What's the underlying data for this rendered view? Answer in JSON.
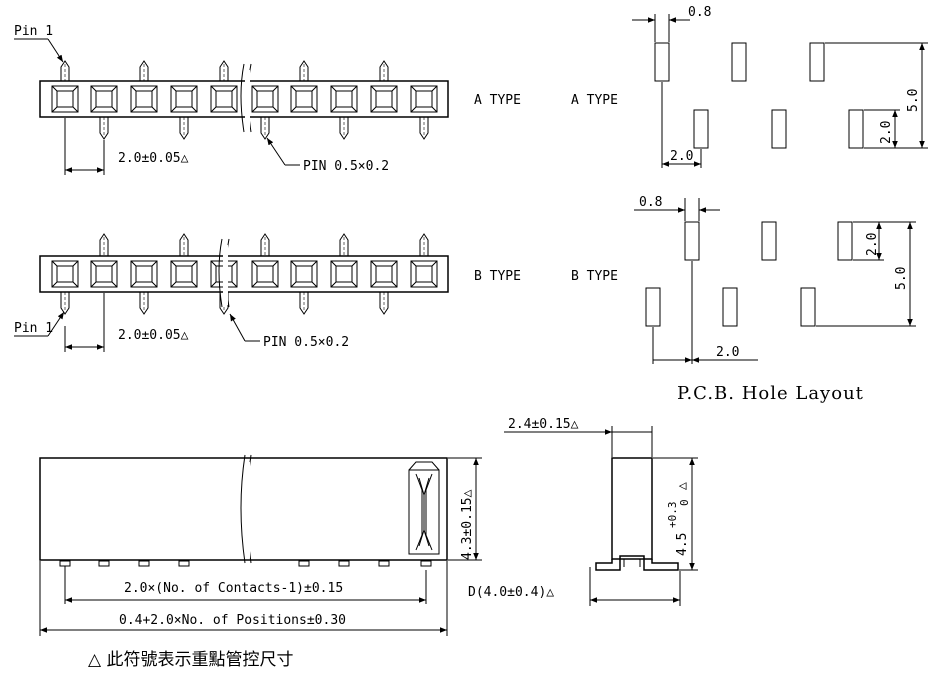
{
  "top_view_a": {
    "pin1_label": "Pin 1",
    "pitch_label": "2.0±0.05△",
    "pin_label": "PIN 0.5×0.2",
    "type_label": "A TYPE"
  },
  "top_view_b": {
    "pin1_label": "Pin 1",
    "pitch_label": "2.0±0.05△",
    "pin_label": "PIN 0.5×0.2",
    "type_label": "B TYPE"
  },
  "pcb_a": {
    "type_label": "A TYPE",
    "width_label": "0.8",
    "height_label": "5.0",
    "row_gap_label": "2.0",
    "pitch_label": "2.0"
  },
  "pcb_b": {
    "type_label": "B TYPE",
    "width_label": "0.8",
    "height_label": "5.0",
    "row_gap_label": "2.0",
    "pitch_label": "2.0"
  },
  "pcb_title": "P.C.B. Hole Layout",
  "side_view": {
    "height_label": "4.3±0.15△",
    "contacts_label": "2.0×(No. of Contacts-1)±0.15",
    "positions_label": "0.4+2.0×No. of Positions±0.30"
  },
  "end_view": {
    "width_label": "2.4±0.15△",
    "height_label": "4.5",
    "tol_upper": "+0.3",
    "tol_lower": "0",
    "tri": "△",
    "depth_label": "D(4.0±0.4)△"
  },
  "note": "△ 此符號表示重點管控尺寸"
}
